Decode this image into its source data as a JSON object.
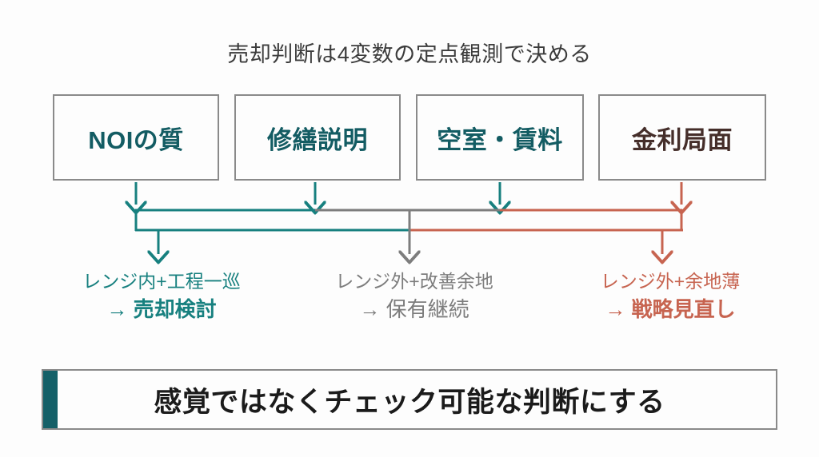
{
  "slide": {
    "title": "売却判断は4変数の定点観測で決める",
    "background_color": "#fdfdfd"
  },
  "colors": {
    "teal_dark": "#135c63",
    "teal_accent": "#17807f",
    "maroon": "#452e2a",
    "gray": "#7d7d7d",
    "border_gray": "#8a8a8a",
    "red": "#c76450",
    "banner_bar": "#146068",
    "text_dark": "#1b1b1b"
  },
  "variables": [
    {
      "label": "NOIの質",
      "color": "#135c63",
      "connector_color": "#17807f"
    },
    {
      "label": "修繕説明",
      "color": "#135c63",
      "connector_color": "#17807f"
    },
    {
      "label": "空室・賃料",
      "color": "#135c63",
      "connector_color": "#17807f"
    },
    {
      "label": "金利局面",
      "color": "#452e2a",
      "connector_color": "#c76450"
    }
  ],
  "outcomes": [
    {
      "condition": "レンジ内+工程一巡",
      "action": "→ 売却検討",
      "color": "#17807f"
    },
    {
      "condition": "レンジ外+改善余地",
      "action": "→ 保有継続",
      "color": "#7d7d7d"
    },
    {
      "condition": "レンジ外+余地薄",
      "action": "→ 戦略見直し",
      "color": "#c76450"
    }
  ],
  "banner": {
    "text": "感覚ではなくチェック可能な判断にする",
    "accent_color": "#146068"
  }
}
